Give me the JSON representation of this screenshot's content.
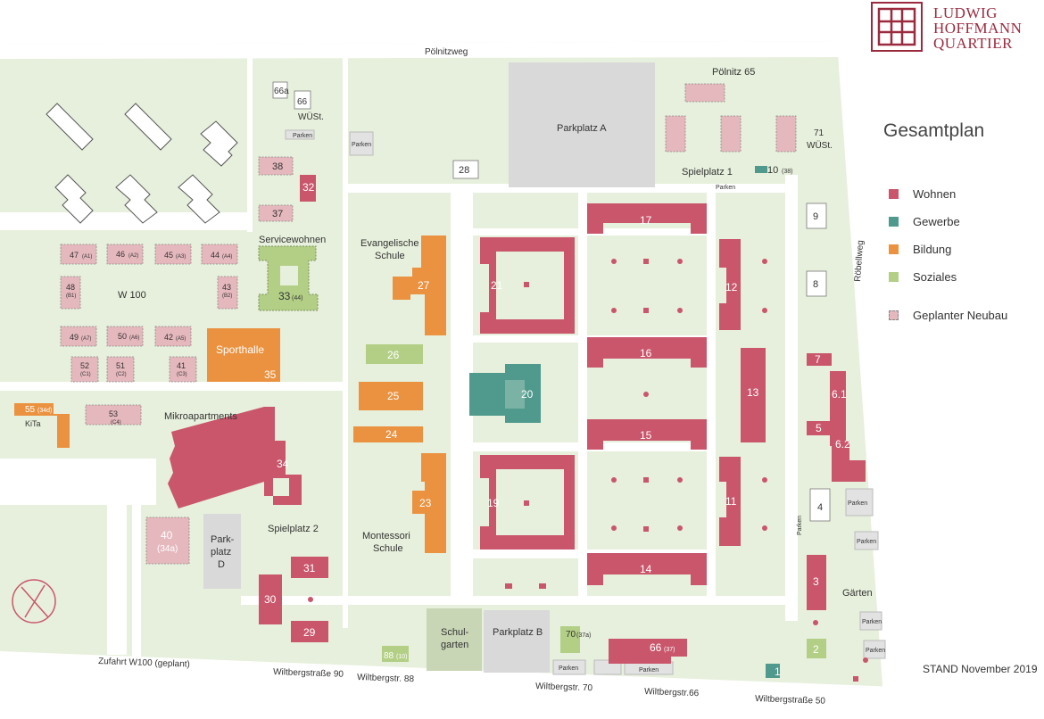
{
  "logo": {
    "line1": "LUDWIG",
    "line2": "HOFFMANN",
    "line3": "QUARTIER"
  },
  "title": "Gesamtplan",
  "legend": [
    {
      "label": "Wohnen",
      "color": "#c9566b"
    },
    {
      "label": "Gewerbe",
      "color": "#4f9a8c"
    },
    {
      "label": "Bildung",
      "color": "#ea9240"
    },
    {
      "label": "Soziales",
      "color": "#b3cf86"
    },
    {
      "label": "Geplanter Neubau",
      "color": "#e5b8bd"
    }
  ],
  "stand": "STAND November 2019",
  "colors": {
    "wohnen": "#c9566b",
    "gewerbe": "#4f9a8c",
    "bildung": "#ea9240",
    "soziales": "#b3cf86",
    "neubau": "#e5b8bd",
    "ground": "#e7f0dc",
    "street": "#ffffff",
    "parking": "#d9d9d9"
  },
  "streets": {
    "poelnitzweg": "Pölnitzweg",
    "roebellweg": "Röbellweg",
    "zufahrt": "Zufahrt W100 (geplant)",
    "wiltberg90": "Wiltbergstraße 90",
    "wiltberg88": "Wiltbergstr. 88",
    "wiltberg70": "Wiltbergstr. 70",
    "wiltberg66": "Wiltbergstr.66",
    "wiltberg50": "Wiltbergstraße 50"
  },
  "areas": {
    "parkplatzA": "Parkplatz A",
    "parkplatzB": "Parkplatz B",
    "parkplatzD1": "Park-",
    "parkplatzD2": "platz",
    "parkplatzD3": "D",
    "poelnitz65": "Pölnitz 65",
    "spielplatz1": "Spielplatz 1",
    "spielplatz2": "Spielplatz 2",
    "servicewohnen": "Servicewohnen",
    "w100": "W 100",
    "sporthalle": "Sporthalle",
    "mikroapartments": "Mikroapartments",
    "kita": "KiTa",
    "evSchule1": "Evangelische",
    "evSchule2": "Schule",
    "montessori1": "Montessori",
    "montessori2": "Schule",
    "schulgarten1": "Schul-",
    "schulgarten2": "garten",
    "gaerten": "Gärten",
    "parken": "Parken",
    "wuest": "WÜSt."
  },
  "buildings": {
    "b66a": "66a",
    "b66": "66",
    "b71": "71",
    "b28": "28",
    "b10": "10",
    "b10s": "(38)",
    "b38": "38",
    "b32": "32",
    "b37": "37",
    "b33": "33",
    "b33s": "(44)",
    "b47": "47",
    "b47s": "(A1)",
    "b46": "46",
    "b46s": "(A2)",
    "b45": "45",
    "b45s": "(A3)",
    "b44": "44",
    "b44s": "(A4)",
    "b48": "48",
    "b48s": "(B1)",
    "b43": "43",
    "b43s": "(B2)",
    "b49": "49",
    "b49s": "(A7)",
    "b50": "50",
    "b50s": "(A6)",
    "b42": "42",
    "b42s": "(A5)",
    "b52": "52",
    "b52s": "(C1)",
    "b51": "51",
    "b51s": "(C2)",
    "b41": "41",
    "b41s": "(C3)",
    "b35": "35",
    "b55": "55",
    "b55s": "(34d)",
    "b53": "53",
    "b53s": "(C4)",
    "b34": "34",
    "b40": "40",
    "b40s": "(34a)",
    "b31": "31",
    "b30": "30",
    "b29": "29",
    "b27": "27",
    "b26": "26",
    "b25": "25",
    "b24": "24",
    "b23": "23",
    "b88": "88",
    "b88s": "(10)",
    "b21": "21",
    "b20": "20",
    "b19": "19",
    "b17": "17",
    "b16": "16",
    "b15": "15",
    "b14": "14",
    "b12": "12",
    "b13": "13",
    "b11": "11",
    "b9": "9",
    "b8": "8",
    "b7": "7",
    "b61": "6.1",
    "b5": "5",
    "b62": "6.2",
    "b4": "4",
    "b3": "3",
    "b2": "2",
    "b1": "1",
    "b70": "70",
    "b70s": "(37a)",
    "b66b": "66",
    "b66bs": "(37)"
  }
}
